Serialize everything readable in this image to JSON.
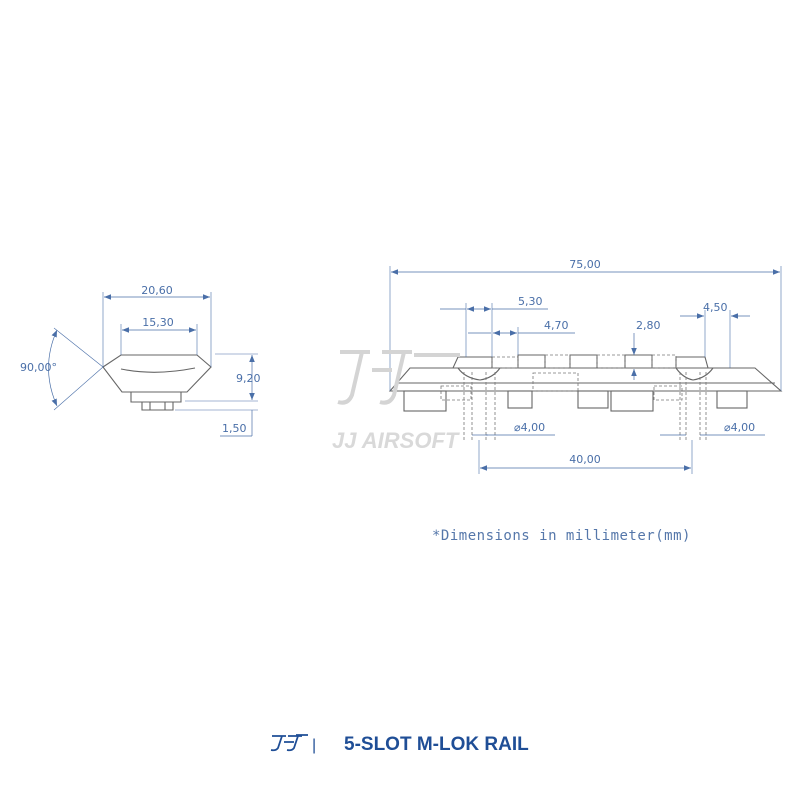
{
  "side_view": {
    "angle": "90,00°",
    "top_width": "20,60",
    "bottom_width": "15,30",
    "height": "9,20",
    "lug_height": "1,50"
  },
  "front_view": {
    "overall_length": "75,00",
    "slot_width": "5,30",
    "slot_spacing": "4,70",
    "slot_depth": "2,80",
    "end_width": "4,50",
    "hole_dia_left": "⌀4,00",
    "hole_dia_right": "⌀4,00",
    "hole_spacing": "40,00"
  },
  "watermark": "JJ AIRSOFT",
  "note": "*Dimensions in millimeter(mm)",
  "footer": {
    "logo_icon": "jj-logo-icon",
    "separator": "|",
    "title": "5-SLOT M-LOK RAIL"
  },
  "colors": {
    "dimension": "#4a6fa8",
    "title": "#1f4e96",
    "outline": "#666666",
    "watermark": "#d9d9d9"
  }
}
